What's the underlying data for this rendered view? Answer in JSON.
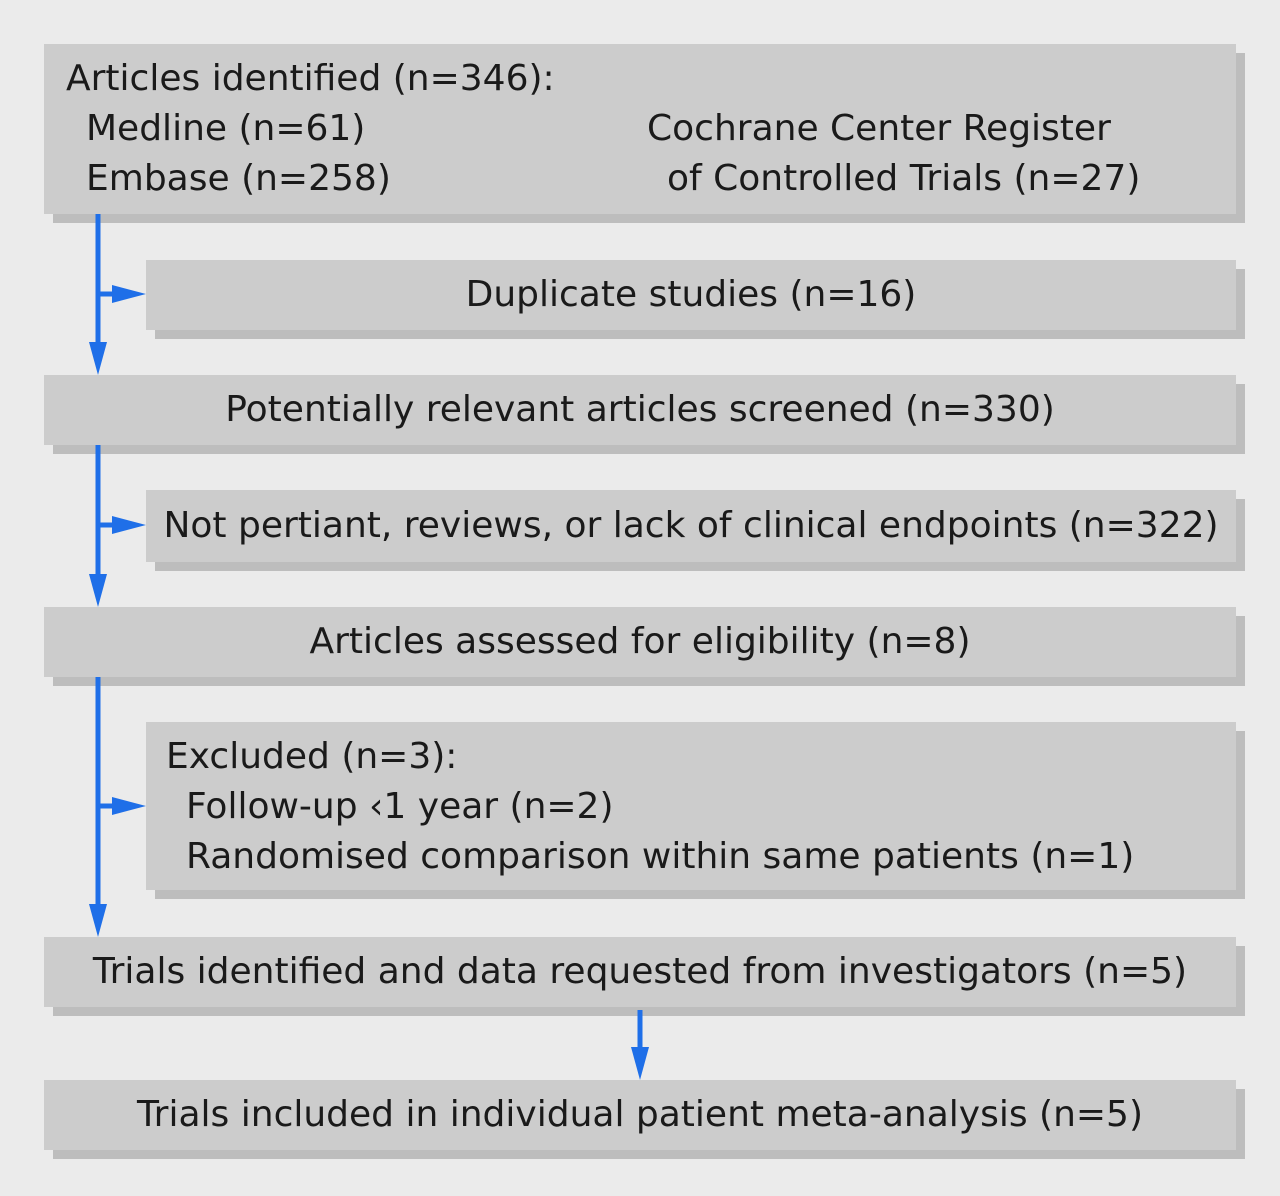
{
  "identified": {
    "heading": "Articles identified (n=346):",
    "medline": "Medline (n=61)",
    "embase": "Embase (n=258)",
    "cochrane_line1": "Cochrane Center Register",
    "cochrane_line2": "of Controlled Trials (n=27)"
  },
  "duplicates": "Duplicate studies (n=16)",
  "screened": "Potentially relevant articles screened (n=330)",
  "not_pertinent": "Not pertiant, reviews, or lack of clinical endpoints (n=322)",
  "assessed": "Articles assessed for eligibility (n=8)",
  "excluded": {
    "heading": "Excluded (n=3):",
    "followup": "Follow-up ‹1 year (n=2)",
    "randomised": "Randomised comparison within same patients (n=1)"
  },
  "trials_identified": "Trials identified and data requested from investigators (n=5)",
  "trials_included": "Trials included in individual patient meta-analysis (n=5)",
  "colors": {
    "arrow": "#1f6fe8",
    "box": "#cccccc",
    "shadow": "#bdbdbd",
    "background": "#ebebeb"
  }
}
